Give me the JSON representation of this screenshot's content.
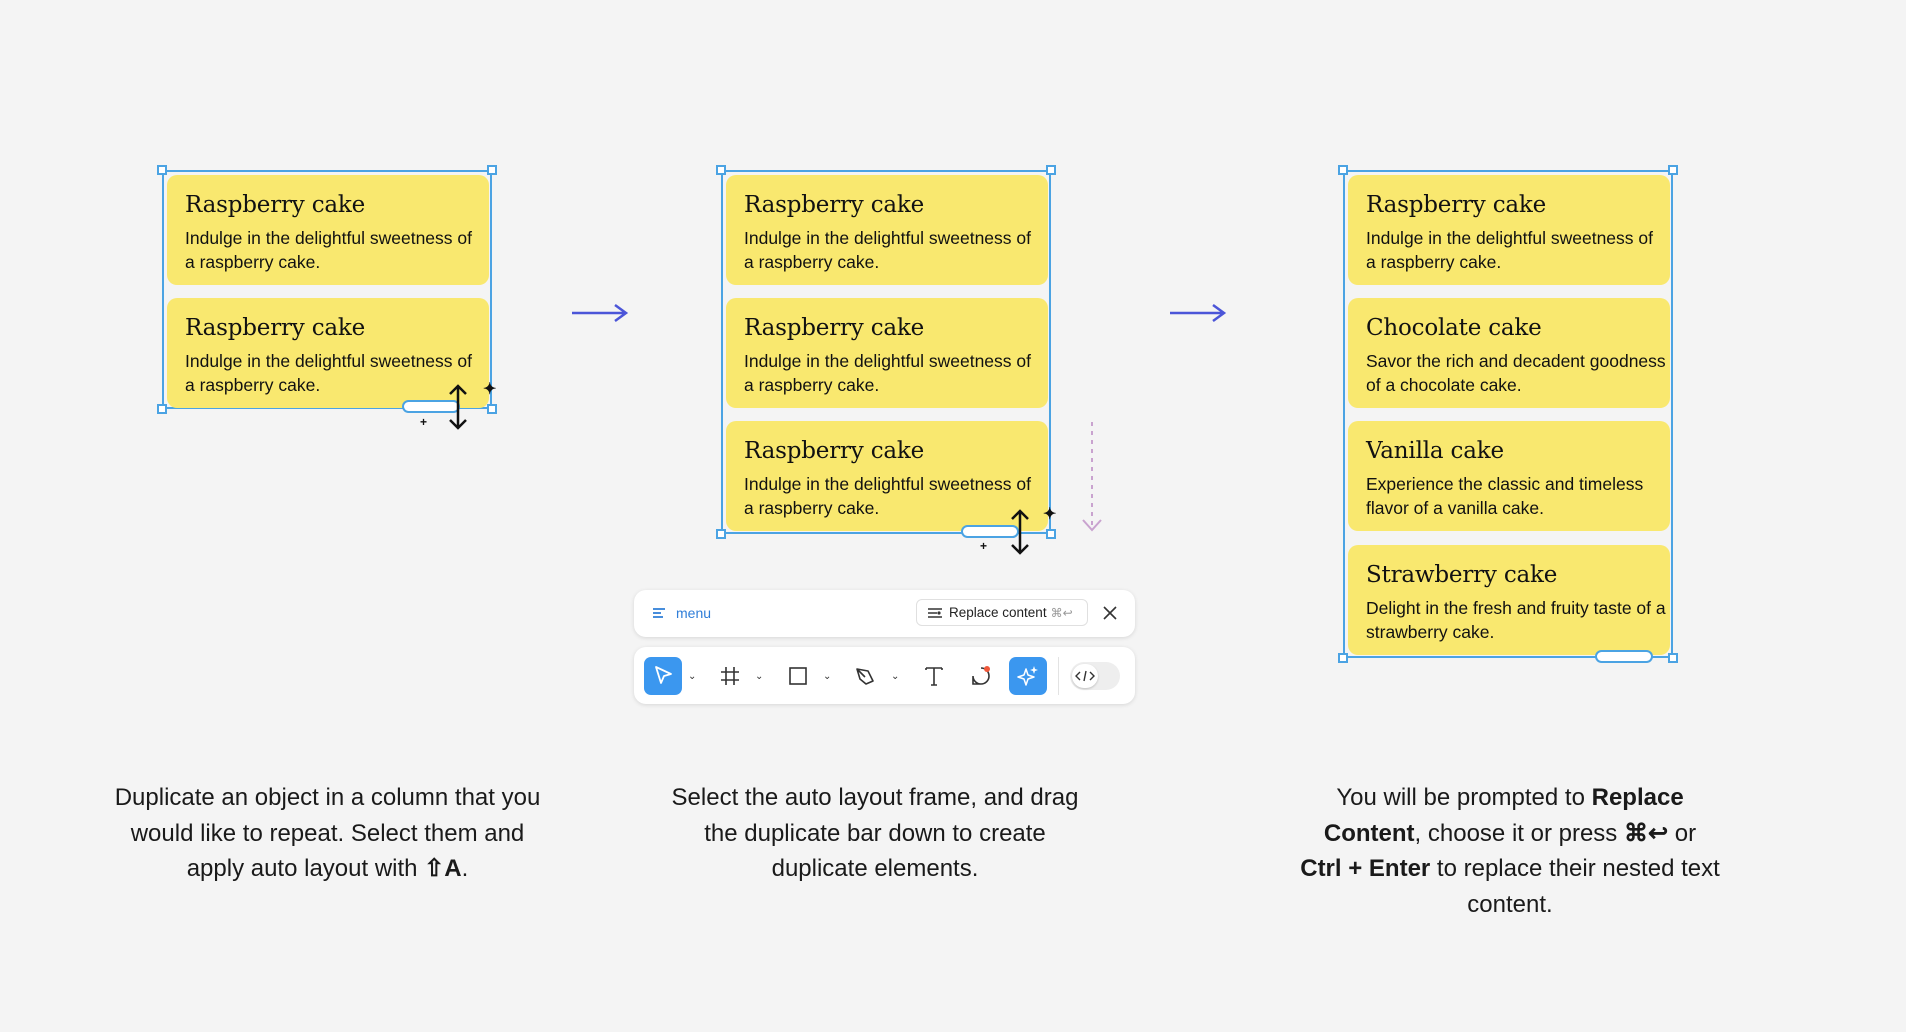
{
  "panels": [
    {
      "cards": [
        {
          "title": "Raspberry cake",
          "desc": "Indulge in the delightful sweetness of a raspberry cake."
        },
        {
          "title": "Raspberry cake",
          "desc": "Indulge in the delightful sweetness of a raspberry cake."
        }
      ],
      "caption": {
        "before": "Duplicate an object in a column that you would like to repeat. Select them and apply auto layout with ",
        "shortcut": "⇧A",
        "after": "."
      }
    },
    {
      "cards": [
        {
          "title": "Raspberry cake",
          "desc": "Indulge in the delightful sweetness of a raspberry cake."
        },
        {
          "title": "Raspberry cake",
          "desc": "Indulge in the delightful sweetness of a raspberry cake."
        },
        {
          "title": "Raspberry cake",
          "desc": "Indulge in the delightful sweetness of a raspberry cake."
        }
      ],
      "caption": {
        "text": "Select the auto layout frame, and drag the duplicate bar down to create duplicate elements."
      }
    },
    {
      "cards": [
        {
          "title": "Raspberry cake",
          "desc": "Indulge in the delightful sweetness of a raspberry cake."
        },
        {
          "title": "Chocolate cake",
          "desc": "Savor the rich and decadent goodness of a chocolate cake."
        },
        {
          "title": "Vanilla cake",
          "desc": "Experience the classic and timeless flavor of a vanilla cake."
        },
        {
          "title": "Strawberry cake",
          "desc": "Delight in the fresh and fruity taste of a strawberry cake."
        }
      ],
      "caption": {
        "p1": "You will be prompted to ",
        "b1": "Replace Content",
        "p2": ", choose it or press ",
        "b2": "⌘↩",
        "p3": " or ",
        "b3": "Ctrl + Enter",
        "p4": " to replace their nested text content."
      }
    }
  ],
  "menu": {
    "label": "menu",
    "replace_label": "Replace content",
    "replace_shortcut": "⌘↩"
  },
  "toolbar": {
    "tools": [
      "move-icon",
      "frame-icon",
      "rectangle-icon",
      "pen-icon",
      "text-icon",
      "comment-icon",
      "ai-sparkle-icon",
      "dev-mode-icon"
    ],
    "active": [
      "move-icon",
      "ai-sparkle-icon"
    ]
  },
  "colors": {
    "accent": "#4ba3e3",
    "card": "#f9e86f",
    "arrow": "#4b55d8",
    "toolbar_active": "#3b97ef"
  }
}
